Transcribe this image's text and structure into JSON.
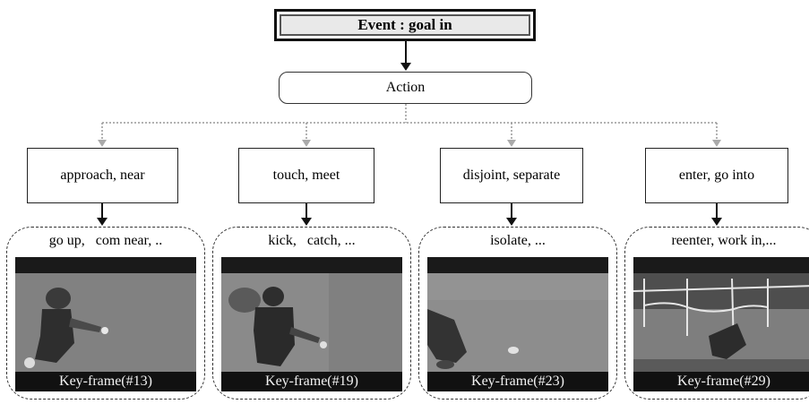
{
  "event": {
    "label": "Event : goal in"
  },
  "action": {
    "label": "Action"
  },
  "columns": [
    {
      "relation": "approach, near",
      "verbs": "go up,   com near, ..",
      "caption": "Key-frame(#13)"
    },
    {
      "relation": "touch, meet",
      "verbs": "kick,   catch, ...",
      "caption": "Key-frame(#19)"
    },
    {
      "relation": "disjoint, separate",
      "verbs": "isolate, ...",
      "caption": "Key-frame(#23)"
    },
    {
      "relation": "enter, go into",
      "verbs": "reenter, work in,...",
      "caption": "Key-frame(#29)"
    }
  ],
  "colors": {
    "solid_arrow": "#111111",
    "dotted_arrow": "#999999"
  },
  "icons": [
    "arrow-down-icon"
  ]
}
